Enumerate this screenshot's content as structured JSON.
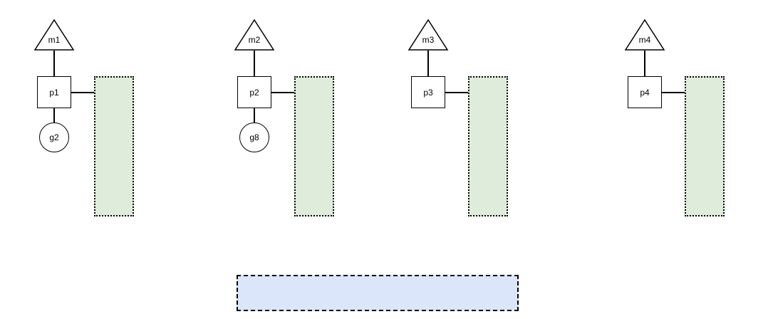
{
  "diagram": {
    "groups": [
      {
        "triangle_label": "m1",
        "square_label": "p1",
        "circle_label": "g2"
      },
      {
        "triangle_label": "m2",
        "square_label": "p2",
        "circle_label": "g8"
      },
      {
        "triangle_label": "m3",
        "square_label": "p3"
      },
      {
        "triangle_label": "m4",
        "square_label": "p4"
      }
    ],
    "colors": {
      "stroke": "#000000",
      "node_fill": "#ffffff",
      "green_zone_fill": "#dfecdb",
      "blue_zone_fill": "#dce6fb",
      "background": "#ffffff"
    }
  }
}
